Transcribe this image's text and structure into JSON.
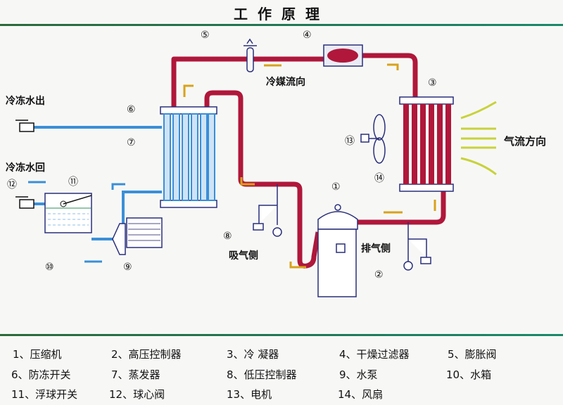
{
  "title": "工作原理",
  "labels": {
    "chilled_water_out": "冷冻水出",
    "chilled_water_return": "冷冻水回",
    "refrigerant_flow": "冷媒流向",
    "airflow_direction": "气流方向",
    "suction_side": "吸气侧",
    "discharge_side": "排气侧"
  },
  "callouts": {
    "n1": "①",
    "n2": "②",
    "n3": "③",
    "n4": "④",
    "n5": "⑤",
    "n6": "⑥",
    "n7": "⑦",
    "n8": "⑧",
    "n9": "⑨",
    "n10": "⑩",
    "n11": "⑪",
    "n12": "⑫",
    "n13": "⑬",
    "n14": "⑭"
  },
  "legend": [
    {
      "text": "1、压缩机"
    },
    {
      "text": "2、高压控制器"
    },
    {
      "text": "3、冷 凝器"
    },
    {
      "text": "4、干燥过滤器"
    },
    {
      "text": "5、膨胀阀"
    },
    {
      "text": "6、防冻开关"
    },
    {
      "text": "7、蒸发器"
    },
    {
      "text": "8、低压控制器"
    },
    {
      "text": "9、水泵"
    },
    {
      "text": "10、水箱"
    },
    {
      "text": "11、浮球开关"
    },
    {
      "text": "12、球心阀"
    },
    {
      "text": "13、电机"
    },
    {
      "text": "14、风扇"
    }
  ],
  "colors": {
    "refrigerant": "#b0173a",
    "water": "#3a8fd8",
    "outline": "#2a2f7a",
    "arrow": "#d9a21a",
    "airflow": "#c9d23a"
  }
}
